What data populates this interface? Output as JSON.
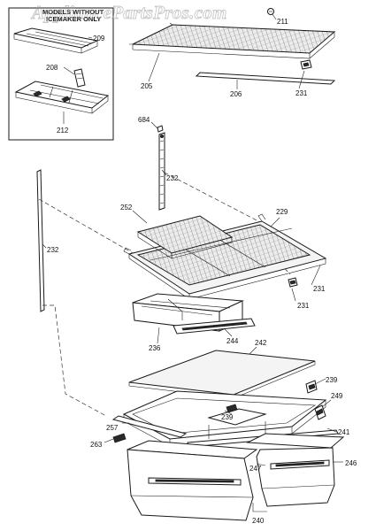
{
  "inset": {
    "title_line1": "MODELS WITHOUT",
    "title_line2": "ICEMAKER ONLY"
  },
  "watermark": "AppliancePartsPros.com",
  "part_labels": {
    "p211": "211",
    "p205": "205",
    "p206": "206",
    "p231a": "231",
    "p209": "209",
    "p208": "208",
    "p212": "212",
    "p684": "684",
    "p232a": "232",
    "p232b": "232",
    "p252": "252",
    "p229": "229",
    "p231b": "231",
    "p231c": "231",
    "p236": "236",
    "p244": "244",
    "p242": "242",
    "p239a": "239",
    "p239b": "239",
    "p249": "249",
    "p241a": "241",
    "p241b": "241",
    "p257": "257",
    "p263": "263",
    "p247": "247",
    "p246": "246",
    "p240": "240"
  }
}
